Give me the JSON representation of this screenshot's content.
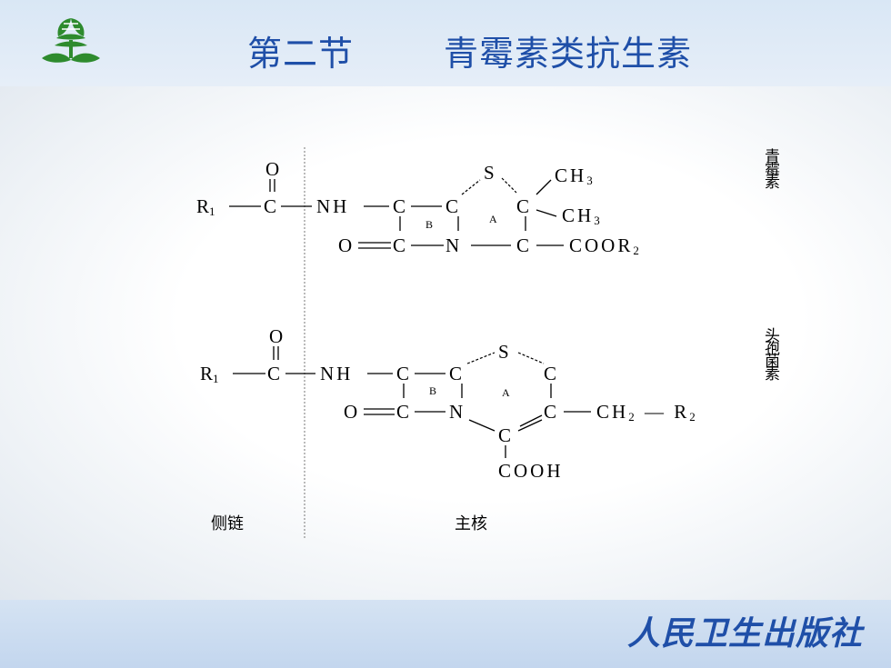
{
  "slide": {
    "section": "第二节",
    "title": "青霉素类抗生素",
    "publisher": "人民卫生出版社",
    "logo_icon": "plant-emblem-icon"
  },
  "colors": {
    "title": "#1f4fa8",
    "logo_green": "#2e8b2e",
    "header_band": "#dbe8f6"
  },
  "labels": {
    "side_chain": "侧链",
    "core": "主核",
    "penicillin": "青霉素",
    "cephalosporin": "头孢菌素"
  },
  "penicillin": {
    "o_top": "O",
    "r1": "R",
    "r1_sub": "1",
    "c_carbonyl": "C",
    "nh": "NH",
    "c_b1": "C",
    "c_b2": "C",
    "s": "S",
    "ch3_a": "CH",
    "ch3_a_sub": "3",
    "c_gem": "C",
    "ch3_b": "CH",
    "ch3_b_sub": "3",
    "ring_b": "B",
    "ring_a": "A",
    "o_lactam": "O",
    "c_lactam": "C",
    "n": "N",
    "c_carboxyl": "C",
    "coor": "COOR",
    "coor_sub": "2"
  },
  "cephalosporin": {
    "o_top": "O",
    "r1": "R",
    "r1_sub": "1",
    "c_carbonyl": "C",
    "nh": "NH",
    "c_b1": "C",
    "c_b2": "C",
    "s": "S",
    "c_ring": "C",
    "ring_b": "B",
    "ring_a": "A",
    "o_lactam": "O",
    "c_lactam": "C",
    "n": "N",
    "c3": "C",
    "ch2": "CH",
    "ch2_sub": "2",
    "r2": "R",
    "r2_sub": "2",
    "c4": "C",
    "cooh": "COOH"
  }
}
